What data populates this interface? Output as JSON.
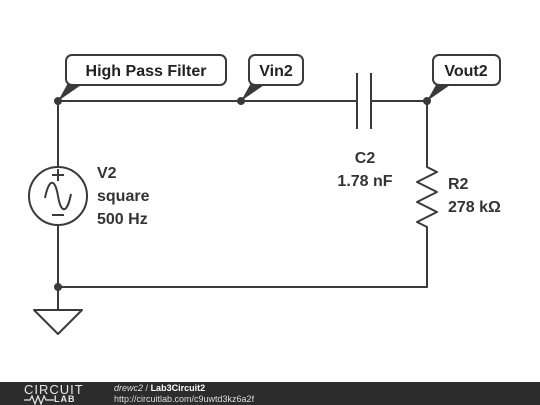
{
  "circuit": {
    "tags": {
      "high_pass_filter": "High Pass Filter",
      "vin": "Vin2",
      "vout": "Vout2"
    },
    "source": {
      "name": "V2",
      "waveform": "square",
      "frequency": "500 Hz"
    },
    "capacitor": {
      "name": "C2",
      "value": "1.78 nF"
    },
    "resistor": {
      "name": "R2",
      "value": "278 kΩ"
    }
  },
  "footer": {
    "logo_top": "CIRCUIT",
    "logo_bottom": "LAB",
    "author": "drewc2",
    "separator": "/",
    "title": "Lab3Circuit2",
    "url": "http://circuitlab.com/c9uwtd3kz6a2f"
  }
}
